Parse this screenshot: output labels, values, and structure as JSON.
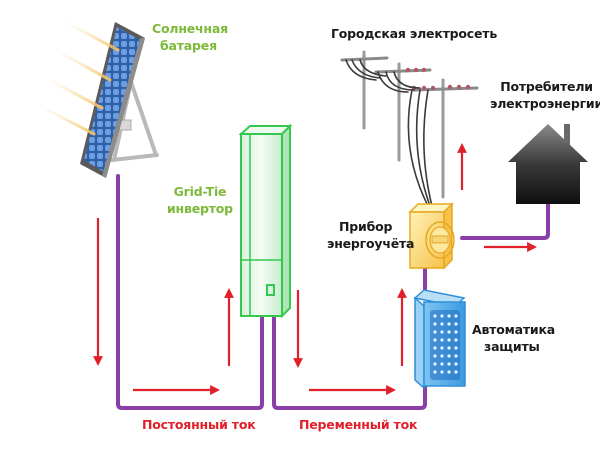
{
  "colors": {
    "wire": "#8a3fa8",
    "arrow": "#e0202a",
    "solar_label": "#7dba3a",
    "inverter": "#35c84e",
    "meter": "#f2b630",
    "protection": "#2f8fd8",
    "house": "#2a2a2a",
    "pole": "#9a9a9a",
    "label_dark": "#1a1a1a",
    "current_label": "#e0202a"
  },
  "labels": {
    "solar_battery": [
      "Солнечная",
      "батарея"
    ],
    "inverter": [
      "Grid-Tie",
      "инвертор"
    ],
    "city_grid": "Городская электросеть",
    "consumers": [
      "Потребители",
      "электроэнергии"
    ],
    "meter": [
      "Прибор",
      "энергоучёта"
    ],
    "protection": [
      "Автоматика",
      "защиты"
    ],
    "dc_current": "Постоянный ток",
    "ac_current": "Переменный ток"
  },
  "components": [
    {
      "id": "solar-panel",
      "icon": "solar-panel-icon"
    },
    {
      "id": "inverter",
      "icon": "inverter-icon"
    },
    {
      "id": "power-lines",
      "icon": "power-pole-icon"
    },
    {
      "id": "meter",
      "icon": "energy-meter-icon"
    },
    {
      "id": "protection",
      "icon": "circuit-breaker-icon"
    },
    {
      "id": "house",
      "icon": "house-icon"
    }
  ],
  "flow": [
    {
      "from": "solar-panel",
      "to": "inverter",
      "type": "dc"
    },
    {
      "from": "inverter",
      "to": "protection",
      "type": "ac"
    },
    {
      "from": "protection",
      "to": "meter",
      "type": "ac"
    },
    {
      "from": "meter",
      "to": "power-lines",
      "type": "ac"
    },
    {
      "from": "meter",
      "to": "house",
      "type": "ac"
    }
  ]
}
